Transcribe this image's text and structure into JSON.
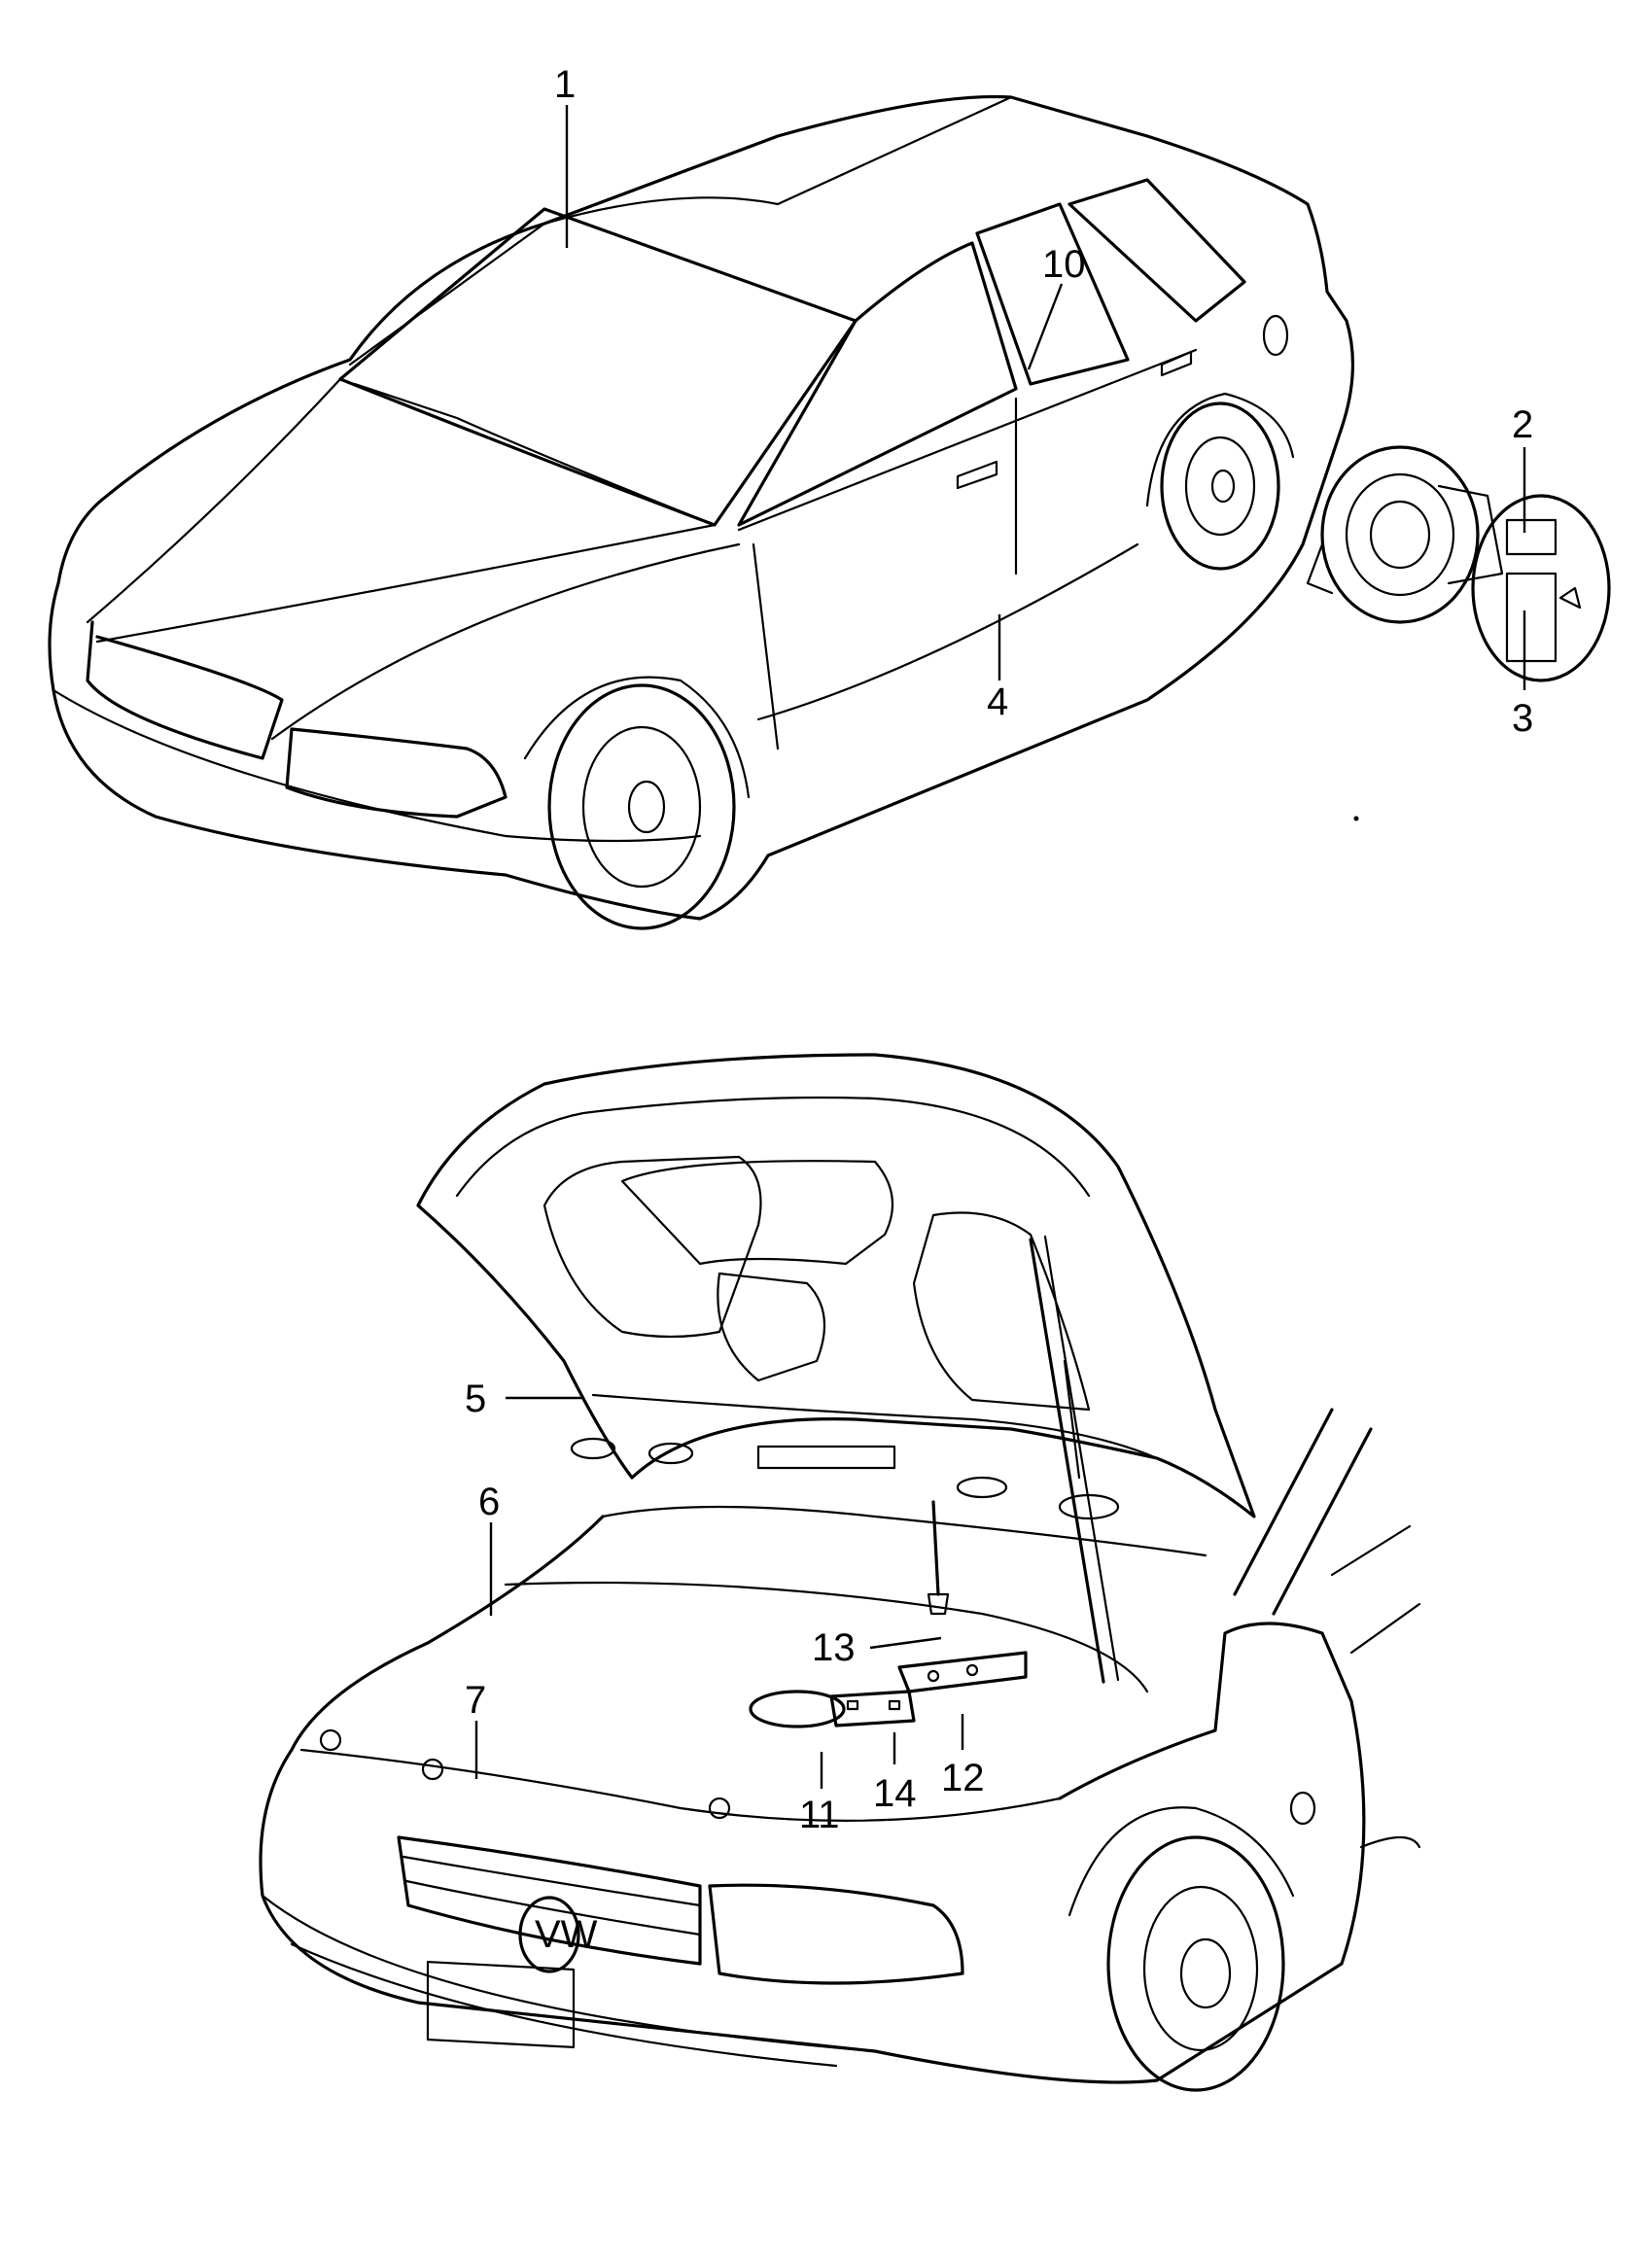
{
  "colors": {
    "ink": "#000000",
    "paper": "#ffffff"
  },
  "callouts": [
    {
      "id": "c1",
      "label": "1"
    },
    {
      "id": "c2",
      "label": "2"
    },
    {
      "id": "c3",
      "label": "3"
    },
    {
      "id": "c4",
      "label": "4"
    },
    {
      "id": "c5",
      "label": "5"
    },
    {
      "id": "c6",
      "label": "6"
    },
    {
      "id": "c7",
      "label": "7"
    },
    {
      "id": "c10",
      "label": "10"
    },
    {
      "id": "c11",
      "label": "11"
    },
    {
      "id": "c12",
      "label": "12"
    },
    {
      "id": "c13",
      "label": "13"
    },
    {
      "id": "c14",
      "label": "14"
    }
  ]
}
